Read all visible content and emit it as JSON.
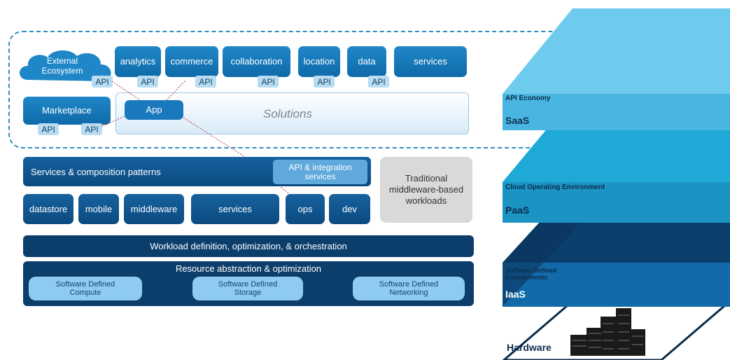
{
  "solutions": {
    "ext_line1": "External",
    "ext_line2": "Ecosystem",
    "analytics": "analytics",
    "commerce": "commerce",
    "collaboration": "collaboration",
    "location": "location",
    "data": "data",
    "services": "services",
    "marketplace": "Marketplace",
    "app": "App",
    "solutions_label": "Solutions",
    "api": "API"
  },
  "middle": {
    "services_patterns": "Services & composition patterns",
    "api_integration_line1": "API & integration",
    "api_integration_line2": "services",
    "traditional_line1": "Traditional",
    "traditional_line2": "middleware-based",
    "traditional_line3": "workloads",
    "datastore": "datastore",
    "mobile": "mobile",
    "middleware": "middleware",
    "services": "services",
    "ops": "ops",
    "dev": "dev"
  },
  "bottom": {
    "workload": "Workload definition, optimization, & orchestration",
    "resource": "Resource abstraction & optimization",
    "compute_line1": "Software Defined",
    "compute_line2": "Compute",
    "storage_line1": "Software Defined",
    "storage_line2": "Storage",
    "network_line1": "Software Defined",
    "network_line2": "Networking"
  },
  "stack": {
    "saas_sub": "API Economy",
    "saas": "SaaS",
    "paas_sub": "Cloud Operating Environment",
    "paas": "PaaS",
    "iaas_sub_line1": "Software Defined",
    "iaas_sub_line2": "Environments",
    "iaas": "IaaS",
    "hardware": "Hardware"
  },
  "colors": {
    "primary_blue": "#1f87c8",
    "dark_navy": "#0c3e6c",
    "light_blue": "#8fcaf0",
    "grey_box": "#d9d9d9",
    "dashed_border": "#2c8fc2",
    "connector_red": "#b0303a"
  }
}
